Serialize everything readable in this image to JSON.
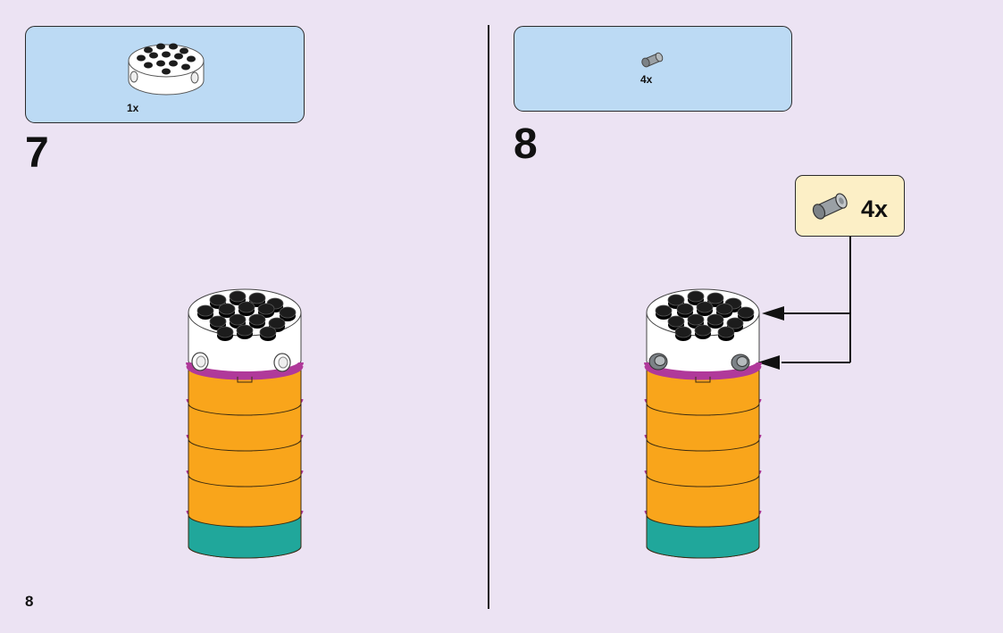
{
  "page_number": "8",
  "steps": [
    {
      "number": "7",
      "parts": [
        {
          "quantity": "1x",
          "icon": "round-brick-icon"
        }
      ]
    },
    {
      "number": "8",
      "parts": [
        {
          "quantity": "4x",
          "icon": "connector-peg-icon"
        }
      ],
      "callout": {
        "quantity": "4x",
        "icon": "connector-peg-icon"
      }
    }
  ],
  "colors": {
    "background": "#ece3f3",
    "parts_box": "#bcdaf4",
    "callout_box": "#fcefc6",
    "orange": "#f9a51b",
    "magenta": "#b0399a",
    "teal": "#20a79b",
    "white": "#ffffff",
    "black_stud": "#1c1c1c",
    "grey_peg": "#9aa0a5"
  }
}
